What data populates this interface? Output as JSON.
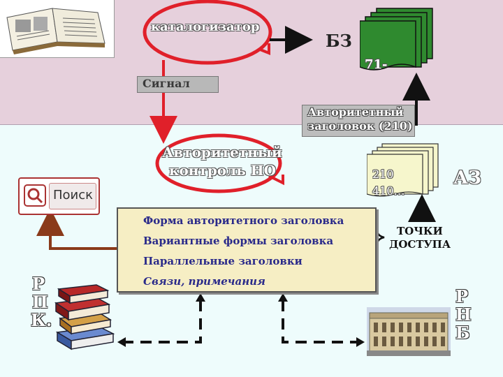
{
  "labels": {
    "cataloger": "каталогизатор",
    "bz": "БЗ",
    "bz_number": "71-",
    "signal": "Сигнал",
    "authority_heading_line1": "Авторитетный",
    "authority_heading_line2": "заголовок (210)",
    "authority_control_line1": "Авторитетный",
    "authority_control_line2": "контроль НО",
    "az": "АЗ",
    "az_num1": "210",
    "az_num2": "410…",
    "access_line1": "ТОЧКИ",
    "access_line2": "ДОСТУПА",
    "rpk": [
      "Р",
      "П",
      "К."
    ],
    "rnb": [
      "Р",
      "Н",
      "Б"
    ]
  },
  "form_fields": [
    "Форма авторитетного заголовка",
    "Вариантные формы заголовка",
    "Параллельные заголовки",
    "Связи, примечания"
  ],
  "search_button": {
    "label": "Поиск"
  },
  "colors": {
    "top_band": "#e6d0dc",
    "bottom_band": "#eefcfc",
    "red_outline": "#e0202a",
    "bz_green": "#2f8a2f",
    "brown_arrow": "#8a3a1a",
    "form_box": "#f6eec4"
  },
  "icons": [
    "open-book-image",
    "search-button-image",
    "books-stack-image",
    "library-building-image"
  ]
}
